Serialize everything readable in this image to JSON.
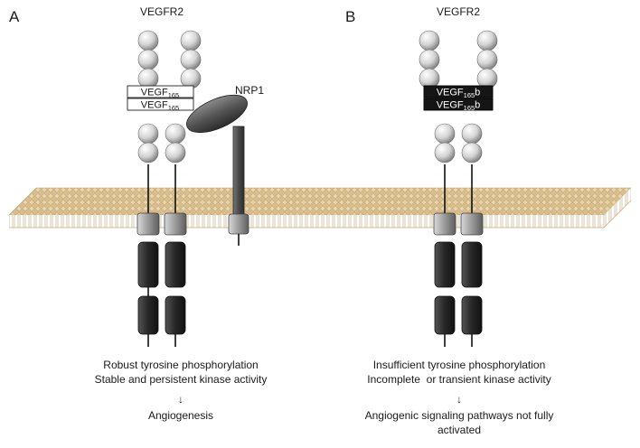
{
  "panelA": {
    "letter": "A",
    "receptor": "VEGFR2",
    "ligand_top": {
      "main": "VEGF",
      "sub": "165",
      "suffix": ""
    },
    "ligand_bottom": {
      "main": "VEGF",
      "sub": "165",
      "suffix": ""
    },
    "coreceptor": "NRP1",
    "outcome_line1": "Robust tyrosine phosphorylation",
    "outcome_line2": "Stable and persistent kinase activity",
    "arrow": "↓",
    "result": "Angiogenesis"
  },
  "panelB": {
    "letter": "B",
    "receptor": "VEGFR2",
    "ligand_top": {
      "main": "VEGF",
      "sub": "165",
      "suffix": "b"
    },
    "ligand_bottom": {
      "main": "VEGF",
      "sub": "165",
      "suffix": "b"
    },
    "outcome_line1": "Insufficient tyrosine phosphorylation",
    "outcome_line2": "Incomplete  or transient kinase activity",
    "arrow": "↓",
    "result_line1": "Angiogenic signaling pathways not fully",
    "result_line2": "activated"
  }
}
